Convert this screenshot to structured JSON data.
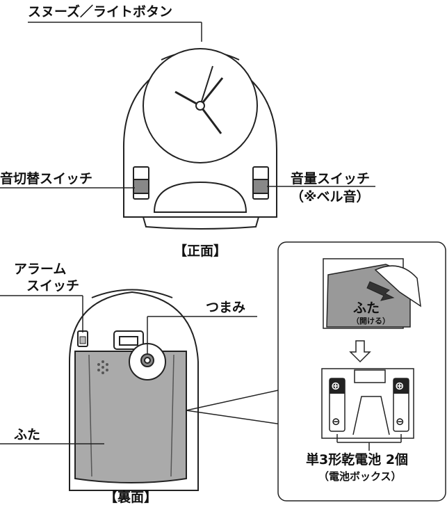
{
  "front": {
    "snooze_label": "スヌーズ／ライトボタン",
    "switch_left_label": "音切替スイッチ",
    "switch_right_label": "音量スイッチ",
    "switch_right_sub": "（※ベル音）",
    "caption": "【正面】"
  },
  "back": {
    "alarm_label_1": "アラーム",
    "alarm_label_2": "スイッチ",
    "knob_label": "つまみ",
    "lid_label": "ふた",
    "caption": "【裏面】"
  },
  "detail": {
    "lid_label": "ふた",
    "lid_sub": "（開ける）",
    "battery_label": "単3形乾電池 2個",
    "battery_sub": "（電池ボックス）"
  }
}
